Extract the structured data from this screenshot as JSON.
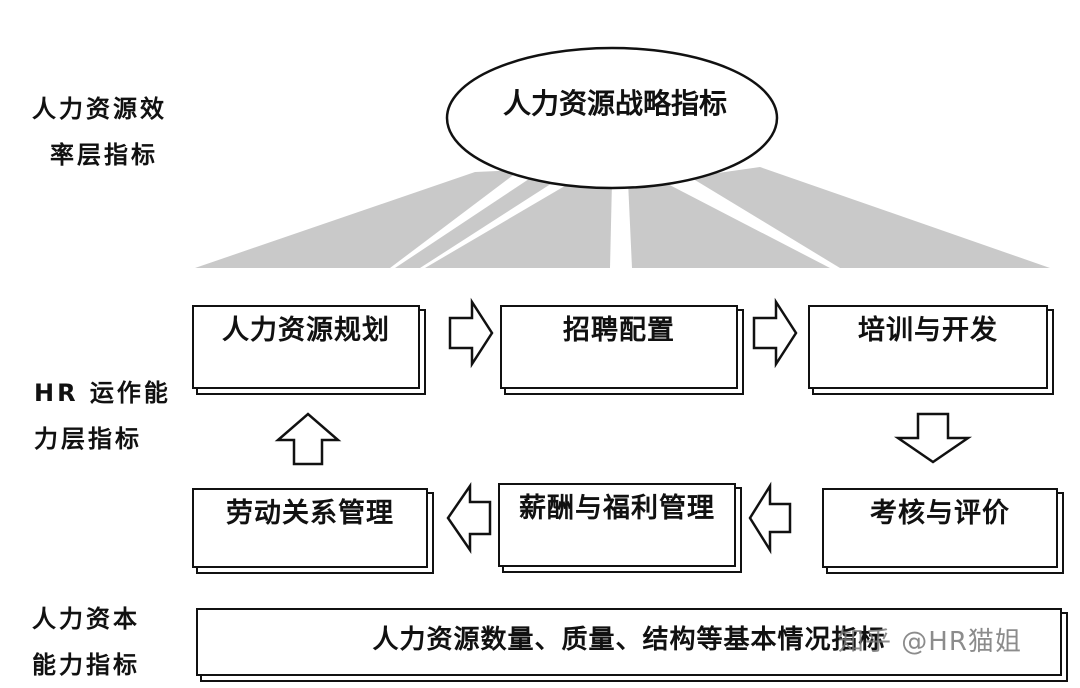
{
  "side_labels": {
    "efficiency": [
      "人力资源效",
      "率层指标"
    ],
    "operations": [
      "HR 运作能",
      "力层指标"
    ],
    "capital": [
      "人力资本",
      "能力指标"
    ]
  },
  "top": {
    "strategy": "人力资源战略指标"
  },
  "processes": {
    "planning": "人力资源规划",
    "recruitment": "招聘配置",
    "training": "培训与开发",
    "appraisal": "考核与评价",
    "compensation": "薪酬与福利管理",
    "labor_relations": "劳动关系管理"
  },
  "base": {
    "text": "人力资源数量、质量、结构等基本情况指标"
  },
  "watermark": "知乎 @HR猫姐",
  "colors": {
    "ink": "#111111",
    "fan": "#c9c9c9",
    "background": "#ffffff"
  }
}
